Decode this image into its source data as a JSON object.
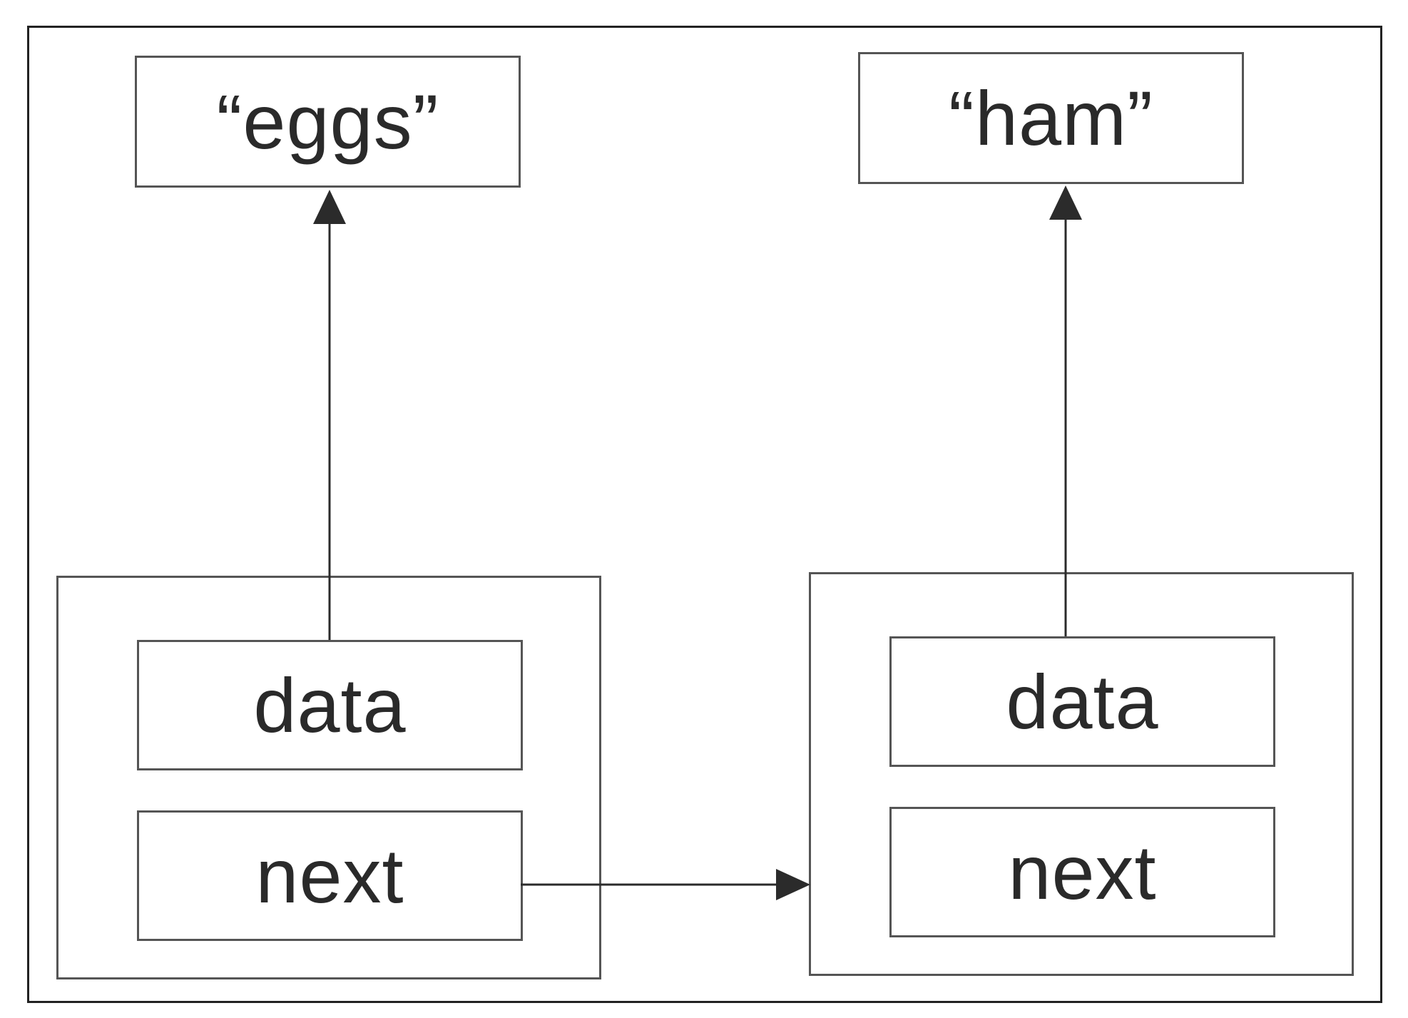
{
  "diagram": {
    "values": [
      {
        "text": "“eggs”"
      },
      {
        "text": "“ham”"
      }
    ],
    "nodes": [
      {
        "data_label": "data",
        "next_label": "next"
      },
      {
        "data_label": "data",
        "next_label": "next"
      }
    ],
    "colors": {
      "frame": "#222222",
      "box_border": "#555555",
      "text": "#2a2a2a",
      "arrow": "#2b2b2b"
    }
  }
}
